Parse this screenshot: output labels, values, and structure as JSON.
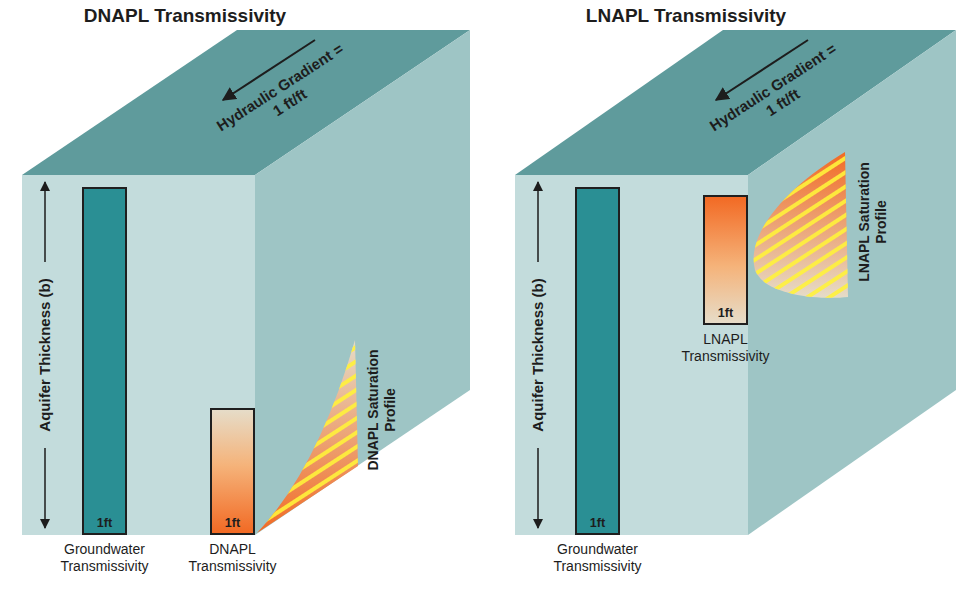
{
  "diagram": {
    "nodes": [
      {
        "text": [
          "1ft",
          "Groundwater Transmissivity"
        ]
      },
      {
        "text": [
          "1ft",
          "DNAPL Transmissivity"
        ]
      },
      {
        "text": [
          "1ft",
          "Groundwater Transmissivity"
        ]
      },
      {
        "text": [
          "1ft",
          "LNAPL Transmissivity"
        ]
      }
    ],
    "labels": [
      "DNAPL Transmissivity",
      "Hydraulic Gradient = 1 ft/ft",
      "Aquifer Thickness (b)",
      "DNAPL Saturation Profile",
      "LNAPL Transmissivity",
      "Hydraulic Gradient = 1 ft/ft",
      "Aquifer Thickness (b)",
      "LNAPL Saturation Profile"
    ]
  }
}
